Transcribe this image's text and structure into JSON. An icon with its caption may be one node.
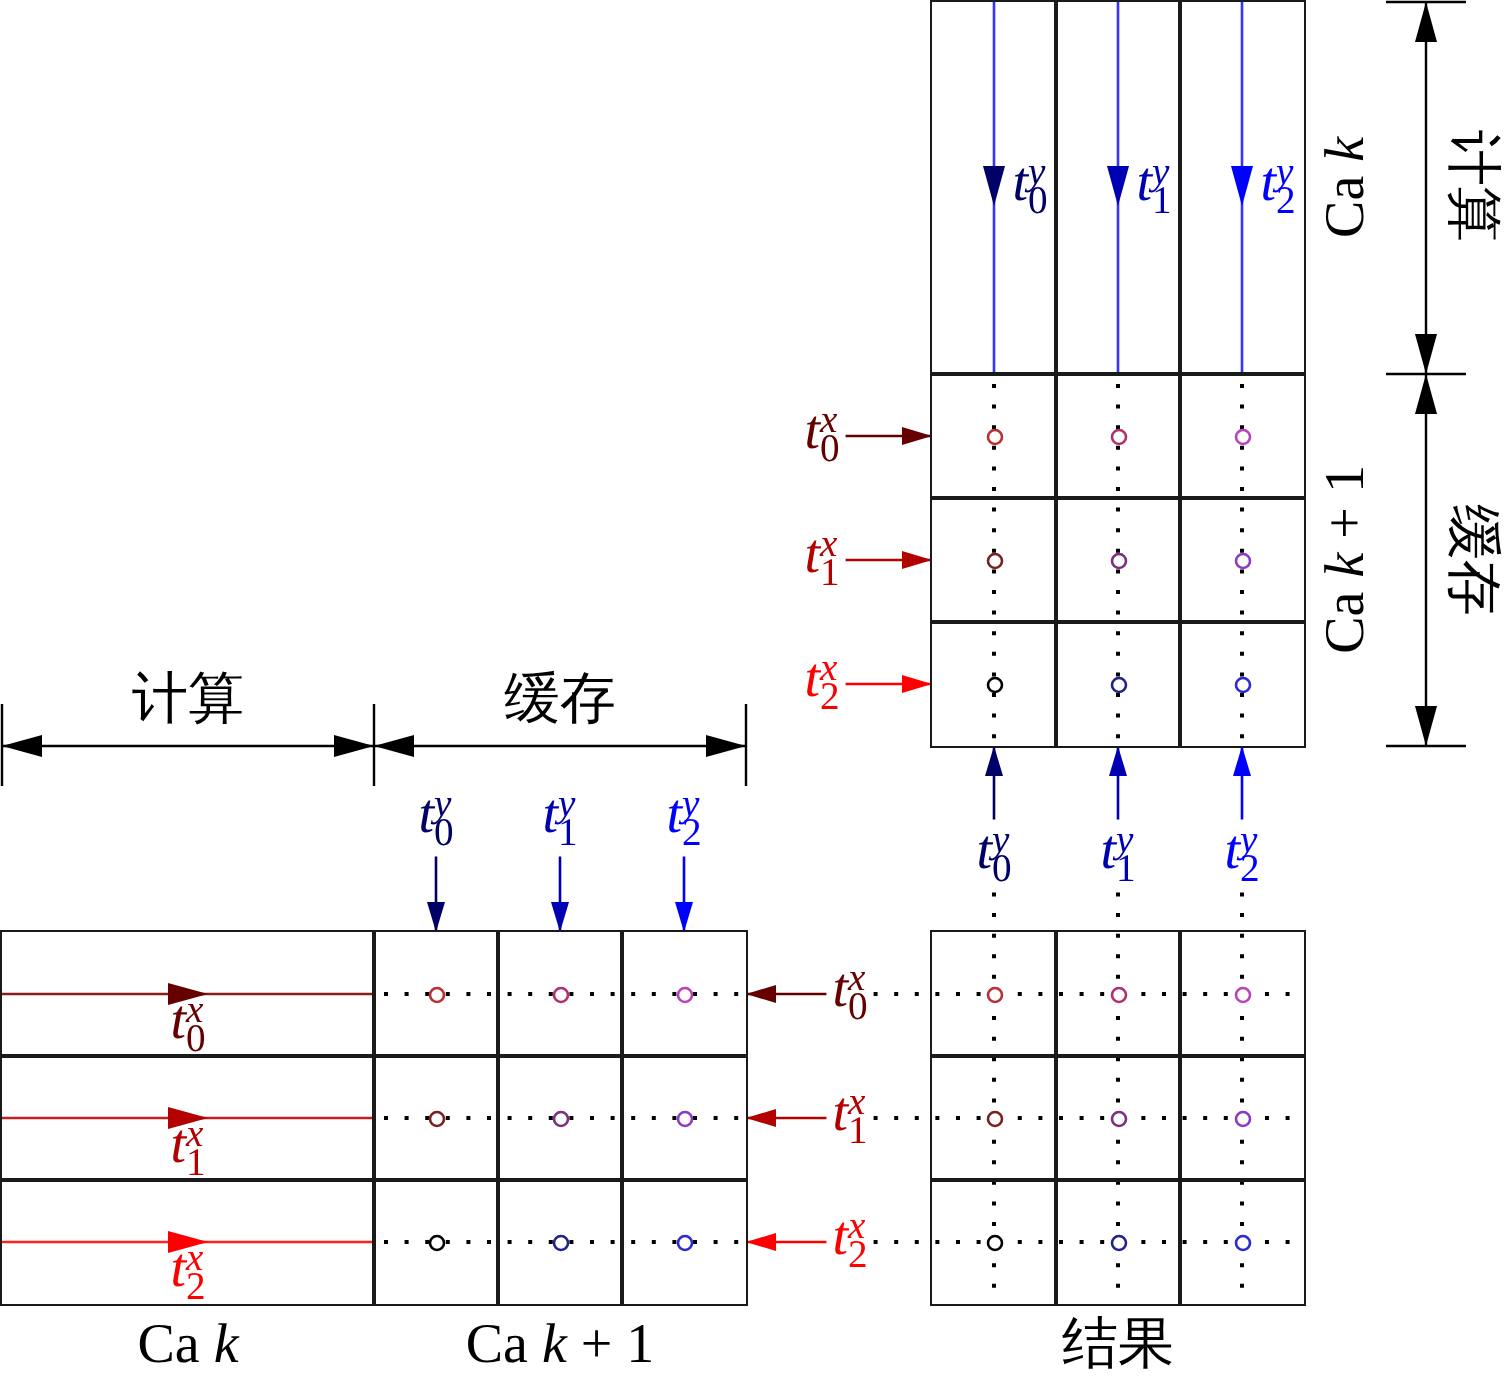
{
  "diagram": {
    "nodes": [
      {
        "text": [
          "Ca *k*"
        ]
      },
      {
        "text": [
          "Ca *k* + 1"
        ]
      },
      {
        "text": [
          "t$^{x}$$_{0}$"
        ]
      },
      {
        "text": [
          "t$^{x}$$_{1}$"
        ]
      },
      {
        "text": [
          "t$^{x}$$_{2}$"
        ]
      },
      {
        "text": [
          "t$^{y}$$_{0}$"
        ]
      },
      {
        "text": [
          "t$^{y}$$_{1}$"
        ]
      },
      {
        "text": [
          "t$^{y}$$_{2}$"
        ]
      },
      {
        "text": [
          "t$^{y}$$_{0}$"
        ]
      },
      {
        "text": [
          "t$^{y}$$_{1}$"
        ]
      },
      {
        "text": [
          "t$^{y}$$_{2}$"
        ]
      },
      {
        "text": [
          "Ca *k*"
        ]
      },
      {
        "text": [
          "Ca *k* + 1"
        ]
      },
      {
        "text": [
          "t$^{x}$$_{0}$"
        ]
      },
      {
        "text": [
          "t$^{x}$$_{1}$"
        ]
      },
      {
        "text": [
          "t$^{x}$$_{2}$"
        ]
      },
      {
        "text": [
          "结果"
        ]
      }
    ],
    "edges": [
      {
        "from": 2,
        "to": 1,
        "arrow": "to",
        "color": "#660000"
      },
      {
        "from": 3,
        "to": 1,
        "arrow": "to",
        "color": "#b30000"
      },
      {
        "from": 4,
        "to": 1,
        "arrow": "to",
        "color": "#ff0000"
      },
      {
        "from": 5,
        "to": 1,
        "arrow": "to",
        "color": "#000066"
      },
      {
        "from": 6,
        "to": 1,
        "arrow": "to",
        "color": "#0000b3"
      },
      {
        "from": 7,
        "to": 1,
        "arrow": "to",
        "color": "#0000ff"
      },
      {
        "from": 8,
        "to": 12,
        "arrow": "to",
        "color": "#000066"
      },
      {
        "from": 9,
        "to": 12,
        "arrow": "to",
        "color": "#0000b3"
      },
      {
        "from": 10,
        "to": 12,
        "arrow": "to",
        "color": "#0000ff"
      },
      {
        "from": 13,
        "to": 12,
        "arrow": "to",
        "color": "#660000"
      },
      {
        "from": 14,
        "to": 12,
        "arrow": "to",
        "color": "#b30000"
      },
      {
        "from": 15,
        "to": 12,
        "arrow": "to",
        "color": "#ff0000"
      },
      {
        "from": 13,
        "to": 16,
        "arrow": "none",
        "style": "dashed"
      },
      {
        "from": 14,
        "to": 16,
        "arrow": "none",
        "style": "dashed"
      },
      {
        "from": 15,
        "to": 16,
        "arrow": "none",
        "style": "dashed"
      },
      {
        "from": 5,
        "to": 16,
        "arrow": "none",
        "style": "dashed"
      },
      {
        "from": 6,
        "to": 16,
        "arrow": "none",
        "style": "dashed"
      },
      {
        "from": 7,
        "to": 16,
        "arrow": "none",
        "style": "dashed"
      }
    ],
    "labels": [
      "t$^{y}$$_{0}$",
      "t$^{y}$$_{1}$",
      "t$^{y}$$_{2}$",
      "计算",
      "缓存",
      "计算",
      "缓存",
      "t$^{x}$$_{0}$",
      "t$^{x}$$_{1}$",
      "t$^{x}$$_{2}$"
    ]
  }
}
